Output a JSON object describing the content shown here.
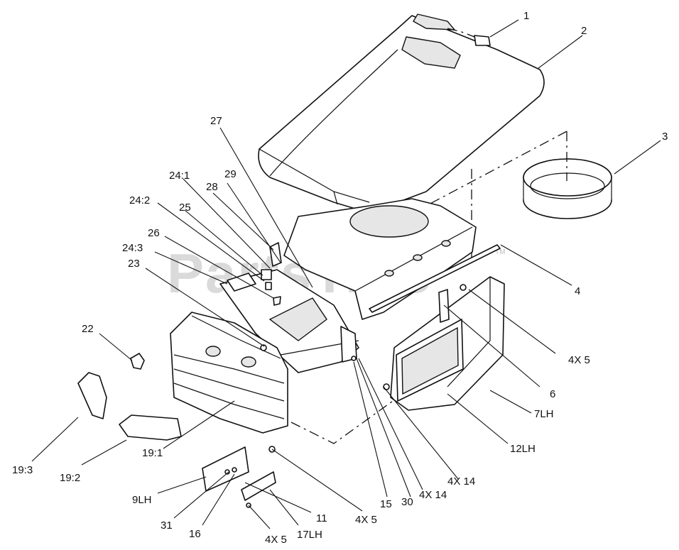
{
  "watermark": {
    "text": "PartsTree",
    "trademark": "TM"
  },
  "callouts": [
    {
      "id": "c1",
      "label": "1"
    },
    {
      "id": "c2",
      "label": "2"
    },
    {
      "id": "c3",
      "label": "3"
    },
    {
      "id": "c4",
      "label": "4"
    },
    {
      "id": "c4x5a",
      "label": "4X 5"
    },
    {
      "id": "c6",
      "label": "6"
    },
    {
      "id": "c7lh",
      "label": "7LH"
    },
    {
      "id": "c12lh",
      "label": "12LH"
    },
    {
      "id": "c4x14a",
      "label": "4X 14"
    },
    {
      "id": "c4x14b",
      "label": "4X 14"
    },
    {
      "id": "c30",
      "label": "30"
    },
    {
      "id": "c15",
      "label": "15"
    },
    {
      "id": "c4x5b",
      "label": "4X 5"
    },
    {
      "id": "c11",
      "label": "11"
    },
    {
      "id": "c17lh",
      "label": "17LH"
    },
    {
      "id": "c4x5c",
      "label": "4X 5"
    },
    {
      "id": "c16",
      "label": "16"
    },
    {
      "id": "c31",
      "label": "31"
    },
    {
      "id": "c9lh",
      "label": "9LH"
    },
    {
      "id": "c19_1",
      "label": "19:1"
    },
    {
      "id": "c19_2",
      "label": "19:2"
    },
    {
      "id": "c19_3",
      "label": "19:3"
    },
    {
      "id": "c22",
      "label": "22"
    },
    {
      "id": "c23",
      "label": "23"
    },
    {
      "id": "c24_3",
      "label": "24:3"
    },
    {
      "id": "c26",
      "label": "26"
    },
    {
      "id": "c24_2",
      "label": "24:2"
    },
    {
      "id": "c25",
      "label": "25"
    },
    {
      "id": "c24_1",
      "label": "24:1"
    },
    {
      "id": "c28",
      "label": "28"
    },
    {
      "id": "c29",
      "label": "29"
    },
    {
      "id": "c27",
      "label": "27"
    }
  ]
}
